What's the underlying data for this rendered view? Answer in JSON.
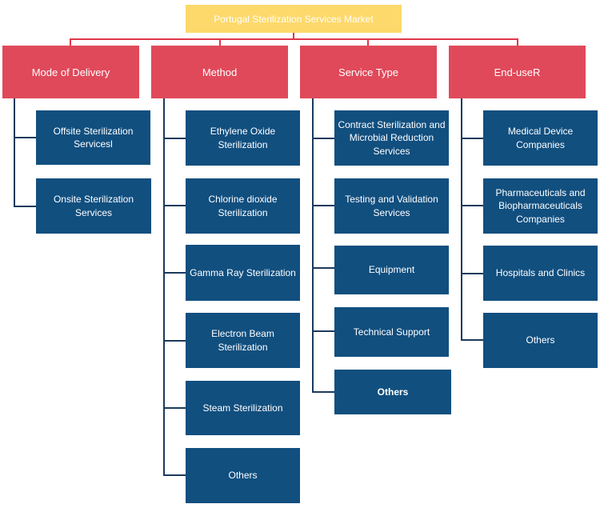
{
  "title": "Portugal Sterilization Services Market",
  "categories": {
    "mode_of_delivery": {
      "label": "Mode of Delivery",
      "items": [
        "Offsite Sterilization\nServicesl",
        "Onsite Sterilization\nServices"
      ]
    },
    "method": {
      "label": "Method",
      "items": [
        "Ethylene Oxide\nSterilization",
        "Chlorine dioxide\nSterilization",
        "Gamma Ray Sterilization",
        "Electron  Beam\nSterilization",
        "Steam  Sterilization",
        "Others"
      ]
    },
    "service_type": {
      "label": "Service Type",
      "items": [
        "Contract Sterilization and\nMicrobial Reduction\nServices",
        "Testing and Validation\nServices",
        "Equipment",
        "Technical Support",
        "Others"
      ]
    },
    "end_user": {
      "label": "End-useR",
      "items": [
        "Medical Device\nCompanies",
        "Pharmaceuticals and\nBiopharmaceuticals\nCompanies",
        "Hospitals  and  Clinics",
        "Others"
      ]
    }
  },
  "colors": {
    "root": "#fdd96b",
    "category": "#e0495a",
    "item": "#114f7f",
    "connector_top": "#e0384a",
    "connector_tree": "#1b3a5c"
  }
}
